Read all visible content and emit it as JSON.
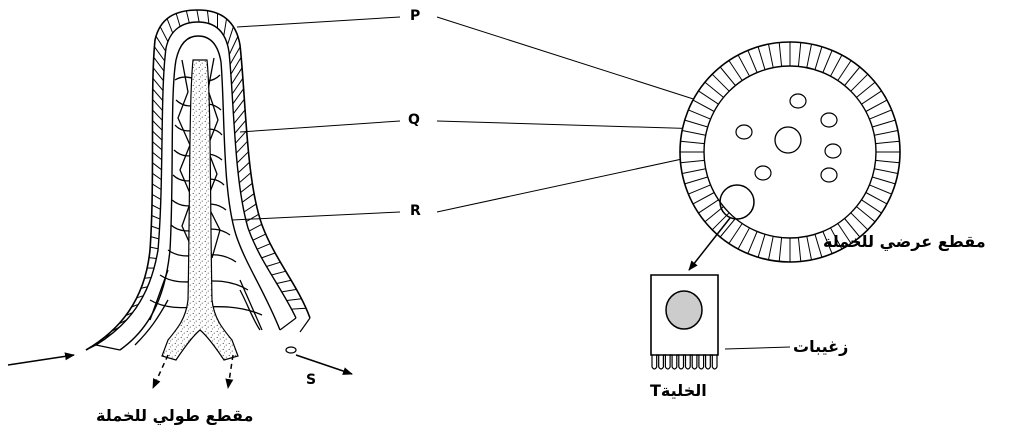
{
  "labels": {
    "p": "P",
    "q": "Q",
    "r": "R",
    "s": "S",
    "longitudinal_section": "مقطع طولي للخملة",
    "cross_section": "مقطع عرضي للخملة",
    "microvilli": "زغيبات",
    "cell_t": "الخليةT"
  }
}
